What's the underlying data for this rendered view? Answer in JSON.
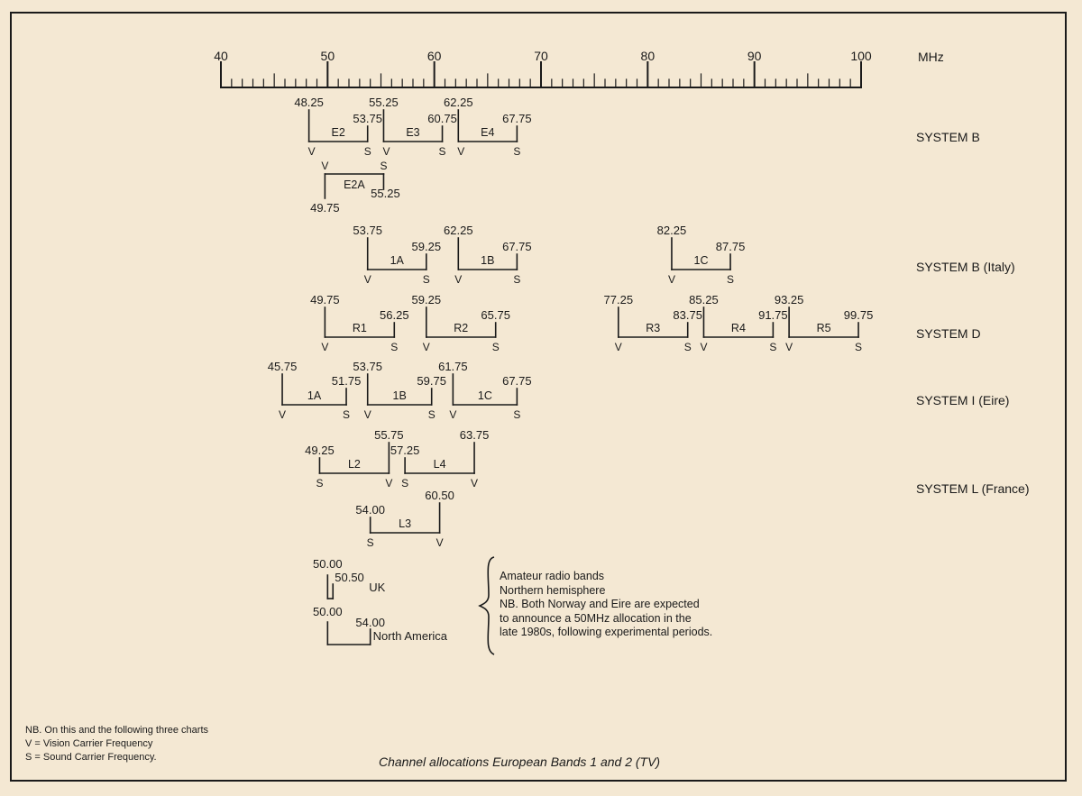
{
  "title": "Channel allocations European Bands 1 and 2 (TV)",
  "unit_label": "MHz",
  "scale": {
    "ticks": [
      "40",
      "50",
      "60",
      "70",
      "80",
      "90",
      "100"
    ],
    "min": 40,
    "max": 100,
    "minor_step": 1
  },
  "systems": [
    {
      "label": "SYSTEM B",
      "channels": [
        {
          "name": "E2",
          "lower": 48.25,
          "upper": 53.75,
          "lower_text": "48.25",
          "upper_text": "53.75",
          "lower_mark": "V",
          "upper_mark": "S"
        },
        {
          "name": "E3",
          "lower": 55.25,
          "upper": 60.75,
          "lower_text": "55.25",
          "upper_text": "60.75",
          "lower_mark": "V",
          "upper_mark": "S"
        },
        {
          "name": "E4",
          "lower": 62.25,
          "upper": 67.75,
          "lower_text": "62.25",
          "upper_text": "67.75",
          "lower_mark": "V",
          "upper_mark": "S"
        },
        {
          "name": "E2A",
          "lower": 49.75,
          "upper": 55.25,
          "lower_text": "49.75",
          "upper_text": "55.25",
          "lower_mark": "V",
          "upper_mark": "S"
        }
      ]
    },
    {
      "label": "SYSTEM B (Italy)",
      "channels": [
        {
          "name": "1A",
          "lower": 53.75,
          "upper": 59.25,
          "lower_text": "53.75",
          "upper_text": "59.25",
          "lower_mark": "V",
          "upper_mark": "S"
        },
        {
          "name": "1B",
          "lower": 62.25,
          "upper": 67.75,
          "lower_text": "62.25",
          "upper_text": "67.75",
          "lower_mark": "V",
          "upper_mark": "S"
        },
        {
          "name": "1C",
          "lower": 82.25,
          "upper": 87.75,
          "lower_text": "82.25",
          "upper_text": "87.75",
          "lower_mark": "V",
          "upper_mark": "S"
        }
      ]
    },
    {
      "label": "SYSTEM D",
      "channels": [
        {
          "name": "R1",
          "lower": 49.75,
          "upper": 56.25,
          "lower_text": "49.75",
          "upper_text": "56.25",
          "lower_mark": "V",
          "upper_mark": "S"
        },
        {
          "name": "R2",
          "lower": 59.25,
          "upper": 65.75,
          "lower_text": "59.25",
          "upper_text": "65.75",
          "lower_mark": "V",
          "upper_mark": "S"
        },
        {
          "name": "R3",
          "lower": 77.25,
          "upper": 83.75,
          "lower_text": "77.25",
          "upper_text": "83.75",
          "lower_mark": "V",
          "upper_mark": "S"
        },
        {
          "name": "R4",
          "lower": 85.25,
          "upper": 91.75,
          "lower_text": "85.25",
          "upper_text": "91.75",
          "lower_mark": "V",
          "upper_mark": "S"
        },
        {
          "name": "R5",
          "lower": 93.25,
          "upper": 99.75,
          "lower_text": "93.25",
          "upper_text": "99.75",
          "lower_mark": "V",
          "upper_mark": "S"
        }
      ]
    },
    {
      "label": "SYSTEM I (Eire)",
      "channels": [
        {
          "name": "1A",
          "lower": 45.75,
          "upper": 51.75,
          "lower_text": "45.75",
          "upper_text": "51.75",
          "lower_mark": "V",
          "upper_mark": "S"
        },
        {
          "name": "1B",
          "lower": 53.75,
          "upper": 59.75,
          "lower_text": "53.75",
          "upper_text": "59.75",
          "lower_mark": "V",
          "upper_mark": "S"
        },
        {
          "name": "1C",
          "lower": 61.75,
          "upper": 67.75,
          "lower_text": "61.75",
          "upper_text": "67.75",
          "lower_mark": "V",
          "upper_mark": "S"
        }
      ]
    },
    {
      "label": "SYSTEM L (France)",
      "channels": [
        {
          "name": "L2",
          "lower": 49.25,
          "upper": 55.75,
          "lower_text": "49.25",
          "upper_text": "55.75",
          "lower_mark": "S",
          "upper_mark": "V"
        },
        {
          "name": "L4",
          "lower": 57.25,
          "upper": 63.75,
          "lower_text": "57.25",
          "upper_text": "63.75",
          "lower_mark": "S",
          "upper_mark": "V"
        },
        {
          "name": "L3",
          "lower": 54.0,
          "upper": 60.5,
          "lower_text": "54.00",
          "upper_text": "60.50",
          "lower_mark": "S",
          "upper_mark": "V"
        }
      ]
    }
  ],
  "amateur": [
    {
      "name": "UK",
      "lower": 50.0,
      "upper": 50.5,
      "lower_text": "50.00",
      "upper_text": "50.50"
    },
    {
      "name": "North America",
      "lower": 50.0,
      "upper": 54.0,
      "lower_text": "50.00",
      "upper_text": "54.00"
    }
  ],
  "amateur_note": [
    "Amateur radio bands",
    "Northern hemisphere",
    "NB.  Both Norway and Eire are expected",
    "to announce a 50MHz allocation in the",
    "late 1980s, following experimental periods."
  ],
  "legend": [
    "NB.  On this and the following three charts",
    "V = Vision Carrier Frequency",
    "S = Sound Carrier Frequency."
  ],
  "colors": {
    "paper": "#f4e8d3",
    "ink": "#1a1a1a"
  }
}
